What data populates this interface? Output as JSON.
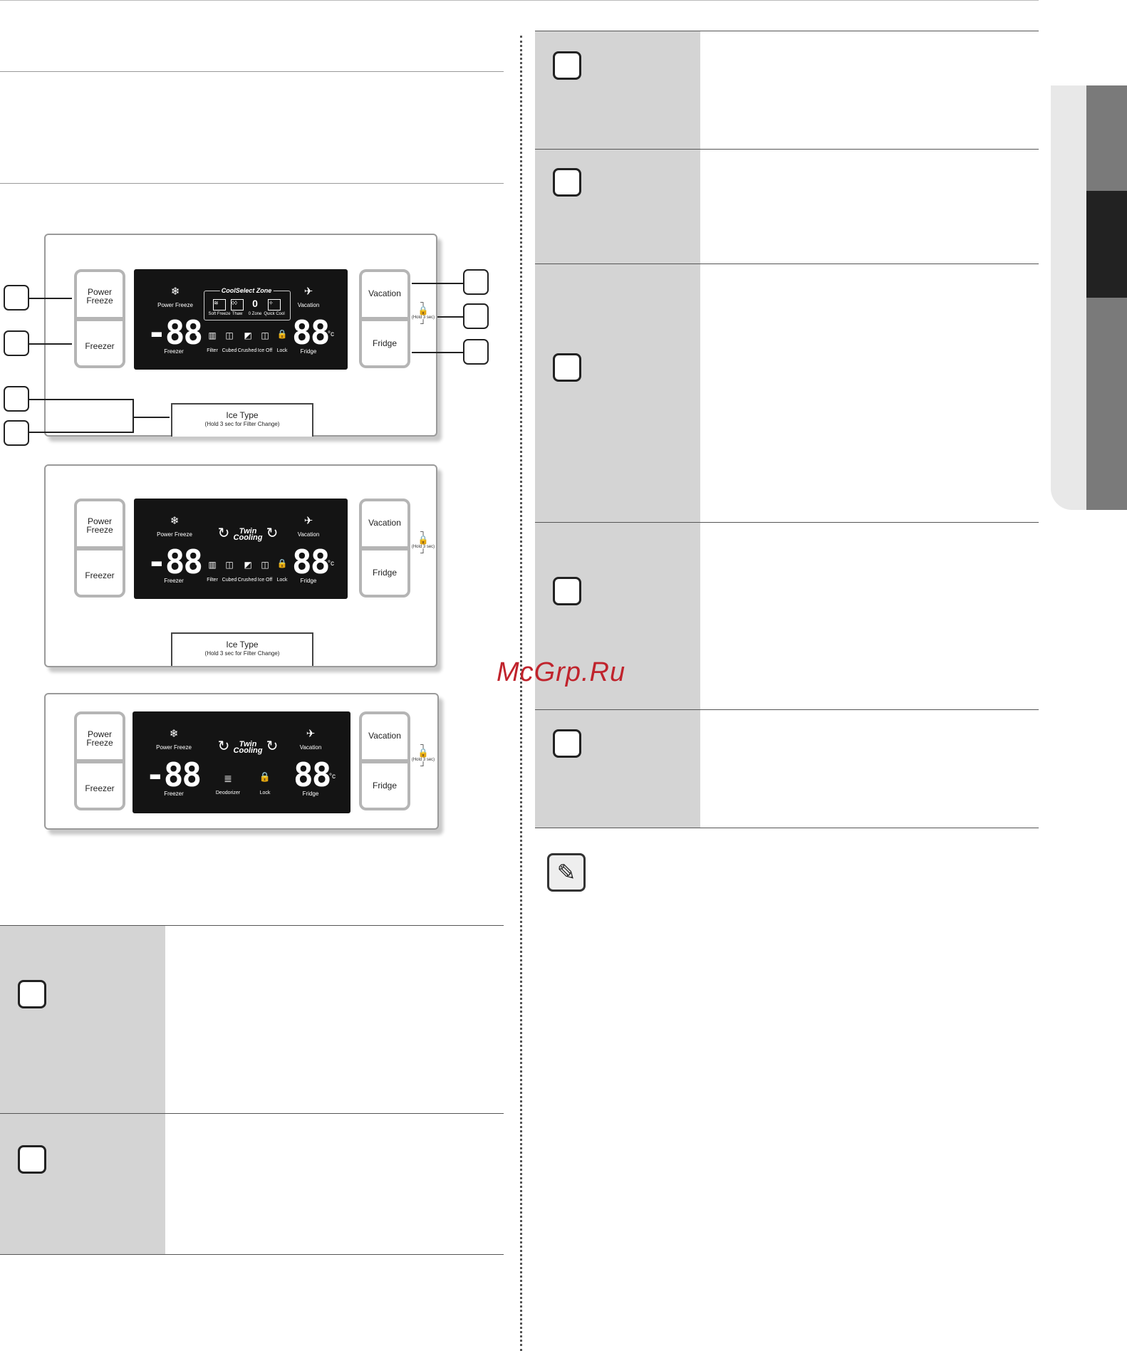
{
  "watermark": "McGrp.Ru",
  "panel1": {
    "power_freeze": "Power Freeze",
    "freezer": "Freezer",
    "vacation": "Vacation",
    "fridge": "Fridge",
    "lcd_power_freeze": "Power Freeze",
    "coolselect_title": "CoolSelect Zone",
    "cz_soft_freeze": "Soft Freeze",
    "cz_thaw": "Thaw",
    "cz_0zone": "0 Zone",
    "cz_quick_cool": "Quick Cool",
    "cz_0c": "0",
    "lcd_vacation": "Vacation",
    "freezer_digits": "-88",
    "fridge_digits": "88",
    "unit": "°c",
    "lbl_freezer": "Freezer",
    "lbl_filter": "Filter",
    "lbl_cubed": "Cubed",
    "lbl_crushed": "Crushed",
    "lbl_iceoff": "Ice Off",
    "lbl_lock": "Lock",
    "lbl_fridge": "Fridge",
    "ice_type": "Ice Type",
    "ice_type_sub": "(Hold 3 sec for Filter Change)",
    "hold": "(Hold 3 sec)"
  },
  "panel2": {
    "power_freeze": "Power Freeze",
    "freezer": "Freezer",
    "vacation": "Vacation",
    "fridge": "Fridge",
    "lcd_power_freeze": "Power Freeze",
    "twin": "Twin",
    "cooling": "Cooling",
    "lcd_vacation": "Vacation",
    "freezer_digits": "-88",
    "fridge_digits": "88",
    "unit": "°c",
    "lbl_freezer": "Freezer",
    "lbl_filter": "Filter",
    "lbl_cubed": "Cubed",
    "lbl_crushed": "Crushed",
    "lbl_iceoff": "Ice Off",
    "lbl_lock": "Lock",
    "lbl_fridge": "Fridge",
    "ice_type": "Ice Type",
    "ice_type_sub": "(Hold 3 sec for Filter Change)",
    "hold": "(Hold 3 sec)"
  },
  "panel3": {
    "power_freeze": "Power Freeze",
    "freezer": "Freezer",
    "vacation": "Vacation",
    "fridge": "Fridge",
    "lcd_power_freeze": "Power Freeze",
    "twin": "Twin",
    "cooling": "Cooling",
    "lcd_vacation": "Vacation",
    "freezer_digits": "-88",
    "fridge_digits": "88",
    "unit": "°c",
    "lbl_freezer": "Freezer",
    "lbl_deodorizer": "Deodorizer",
    "lbl_lock": "Lock",
    "lbl_fridge": "Fridge",
    "hold": "(Hold 3 sec)"
  },
  "icons": {
    "snowflake": "❄",
    "vacation": "✈",
    "lock": "🔒",
    "note": "✎",
    "arrows": "↻"
  },
  "colors": {
    "table_gray": "#d4d4d4",
    "lcd": "#141414",
    "side_tab_dark": "#222222",
    "side_tab_gray": "#7a7a7a",
    "watermark": "#c0232c"
  }
}
